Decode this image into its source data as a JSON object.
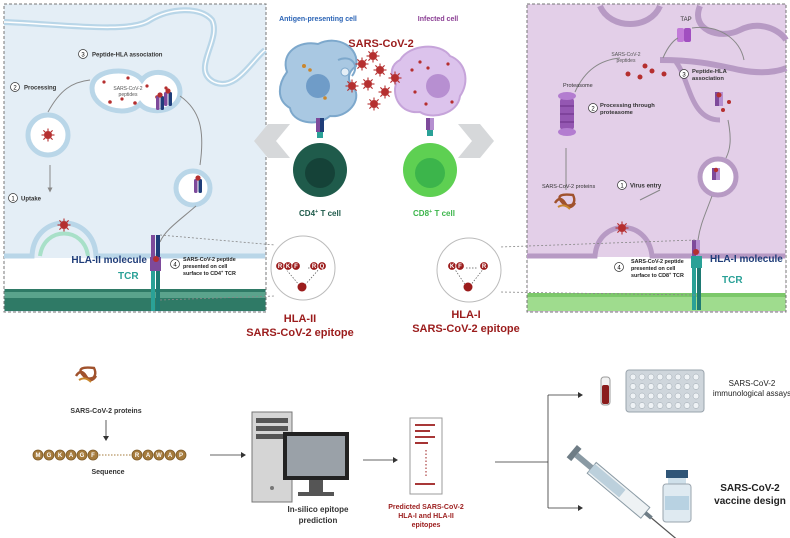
{
  "colors": {
    "blue_panel": "#e4eef6",
    "purple_panel": "#e3cfe8",
    "green_band": "#3d8a74",
    "light_green_band": "#9fdc8e",
    "virus_red": "#b52f2f",
    "title_red": "#9b1c1c",
    "apc_blue": "#2a63b5",
    "infected_purple": "#8a3d93",
    "cd4_green": "#1f5b4b",
    "cd8_green": "#3cb54b",
    "tcr_teal": "#2aa197",
    "navy": "#1f3d79",
    "peptide_brown": "#a57b3d"
  },
  "icons": [
    "virus-icon",
    "protein-icon",
    "computer-icon",
    "sheet-icon",
    "well-plate-icon",
    "blood-tube-icon",
    "syringe-icon",
    "vial-icon"
  ],
  "top": {
    "apc_label": "Antigen-presenting cell",
    "infected_label": "Infected cell",
    "virus_label": "SARS-CoV-2",
    "cd4_label": "CD4",
    "cd4_sup": "+",
    "cd4_suffix": " T cell",
    "cd8_label": "CD8",
    "cd8_sup": "+",
    "cd8_suffix": " T cell"
  },
  "left_panel": {
    "step3_num": "3",
    "step3_label": "Peptide-HLA association",
    "step2_num": "2",
    "step2_label": "Processing",
    "peptides_line1": "SARS-CoV-2",
    "peptides_line2": "peptides",
    "step1_num": "1",
    "step1_label": "Uptake",
    "hla_label": "HLA-II molecule",
    "tcr_label": "TCR",
    "step4_num": "4",
    "step4_line1": "SARS-CoV-2 peptide",
    "step4_line2": "presented on cell",
    "step4_line3": "surface to CD4",
    "step4_sup": "+",
    "step4_suffix": " TCR"
  },
  "right_panel": {
    "tap_label": "TAP",
    "peptides_line1": "SARS-CoV-2",
    "peptides_line2": "peptides",
    "proteasome_label": "Proteasome",
    "step3_num": "3",
    "step3_line1": "Peptide-HLA",
    "step3_line2": "association",
    "step2_num": "2",
    "step2_line1": "Processing through",
    "step2_line2": "proteasome",
    "proteins_label": "SARS-CoV-2 proteins",
    "step1_num": "1",
    "step1_label": "Virus entry",
    "hla_label": "HLA-I molecule",
    "tcr_label": "TCR",
    "step4_num": "4",
    "step4_line1": "SARS-CoV-2 peptide",
    "step4_line2": "presented on cell",
    "step4_line3": "surface to CD8",
    "step4_sup": "+",
    "step4_suffix": " TCR"
  },
  "epitopes": {
    "hla2_residues": [
      "R",
      "K",
      "F",
      "R",
      "Q"
    ],
    "hla1_residues": [
      "K",
      "F",
      "R"
    ],
    "hla2_title_line1": "HLA-II",
    "hla2_title_line2": "SARS-CoV-2 epitope",
    "hla1_title_line1": "HLA-I",
    "hla1_title_line2": "SARS-CoV-2 epitope"
  },
  "pipeline": {
    "proteins_label": "SARS-CoV-2 proteins",
    "sequence_label": "Sequence",
    "sequence_left": [
      "M",
      "G",
      "K",
      "A",
      "G",
      "F"
    ],
    "sequence_right": [
      "R",
      "A",
      "W",
      "A",
      "P"
    ],
    "prediction_line1": "In-silico epitope",
    "prediction_line2": "prediction",
    "predicted_line1": "Predicted SARS-CoV-2",
    "predicted_line2": "HLA-I and HLA-II",
    "predicted_line3": "epitopes",
    "assays_line1": "SARS-CoV-2",
    "assays_line2": "immunological assays",
    "vaccine_line1": "SARS-CoV-2",
    "vaccine_line2": "vaccine design"
  }
}
